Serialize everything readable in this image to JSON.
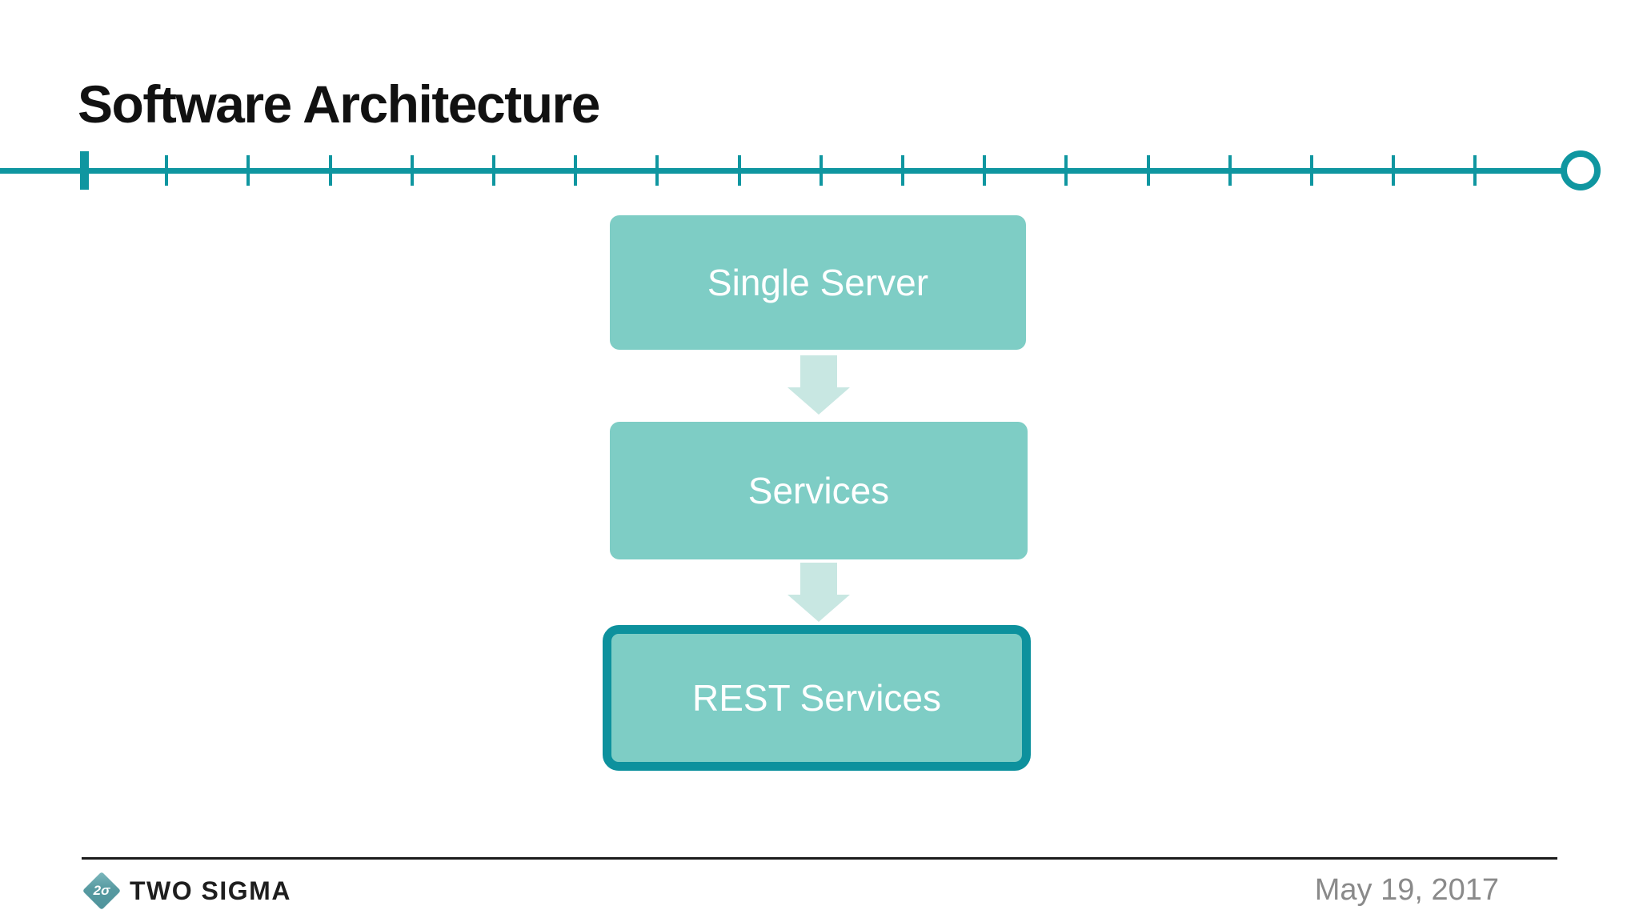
{
  "slide": {
    "title": "Software Architecture",
    "date": "May 19, 2017",
    "brand": "TWO SIGMA",
    "logo_glyph": "2σ"
  },
  "timeline": {
    "tick_count": 18,
    "active_tick_index": 0,
    "first_tick_x": 104,
    "tick_spacing": 102.2
  },
  "diagram": {
    "nodes": [
      {
        "label": "Single Server",
        "highlighted": false
      },
      {
        "label": "Services",
        "highlighted": false
      },
      {
        "label": "REST Services",
        "highlighted": true
      }
    ]
  },
  "colors": {
    "teal": "#0f96a0",
    "box_fill": "#7ecdc5",
    "arrow": "#c8e7e2",
    "highlight_border": "#0d919d",
    "title": "#111111",
    "footer_text": "#1e1e1e",
    "date_text": "#8a8a8a",
    "logo_fill": "#579aa1"
  }
}
